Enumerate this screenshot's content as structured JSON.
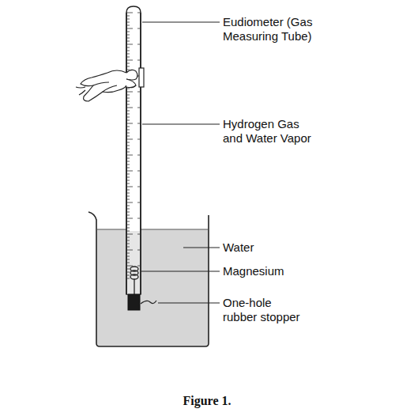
{
  "diagram": {
    "caption": "Figure 1.",
    "labels": [
      "Eudiometer (Gas Measuring Tube)",
      "Hydrogen Gas and Water Vapor",
      "Water",
      "Magnesium",
      "One-hole rubber stopper"
    ]
  }
}
